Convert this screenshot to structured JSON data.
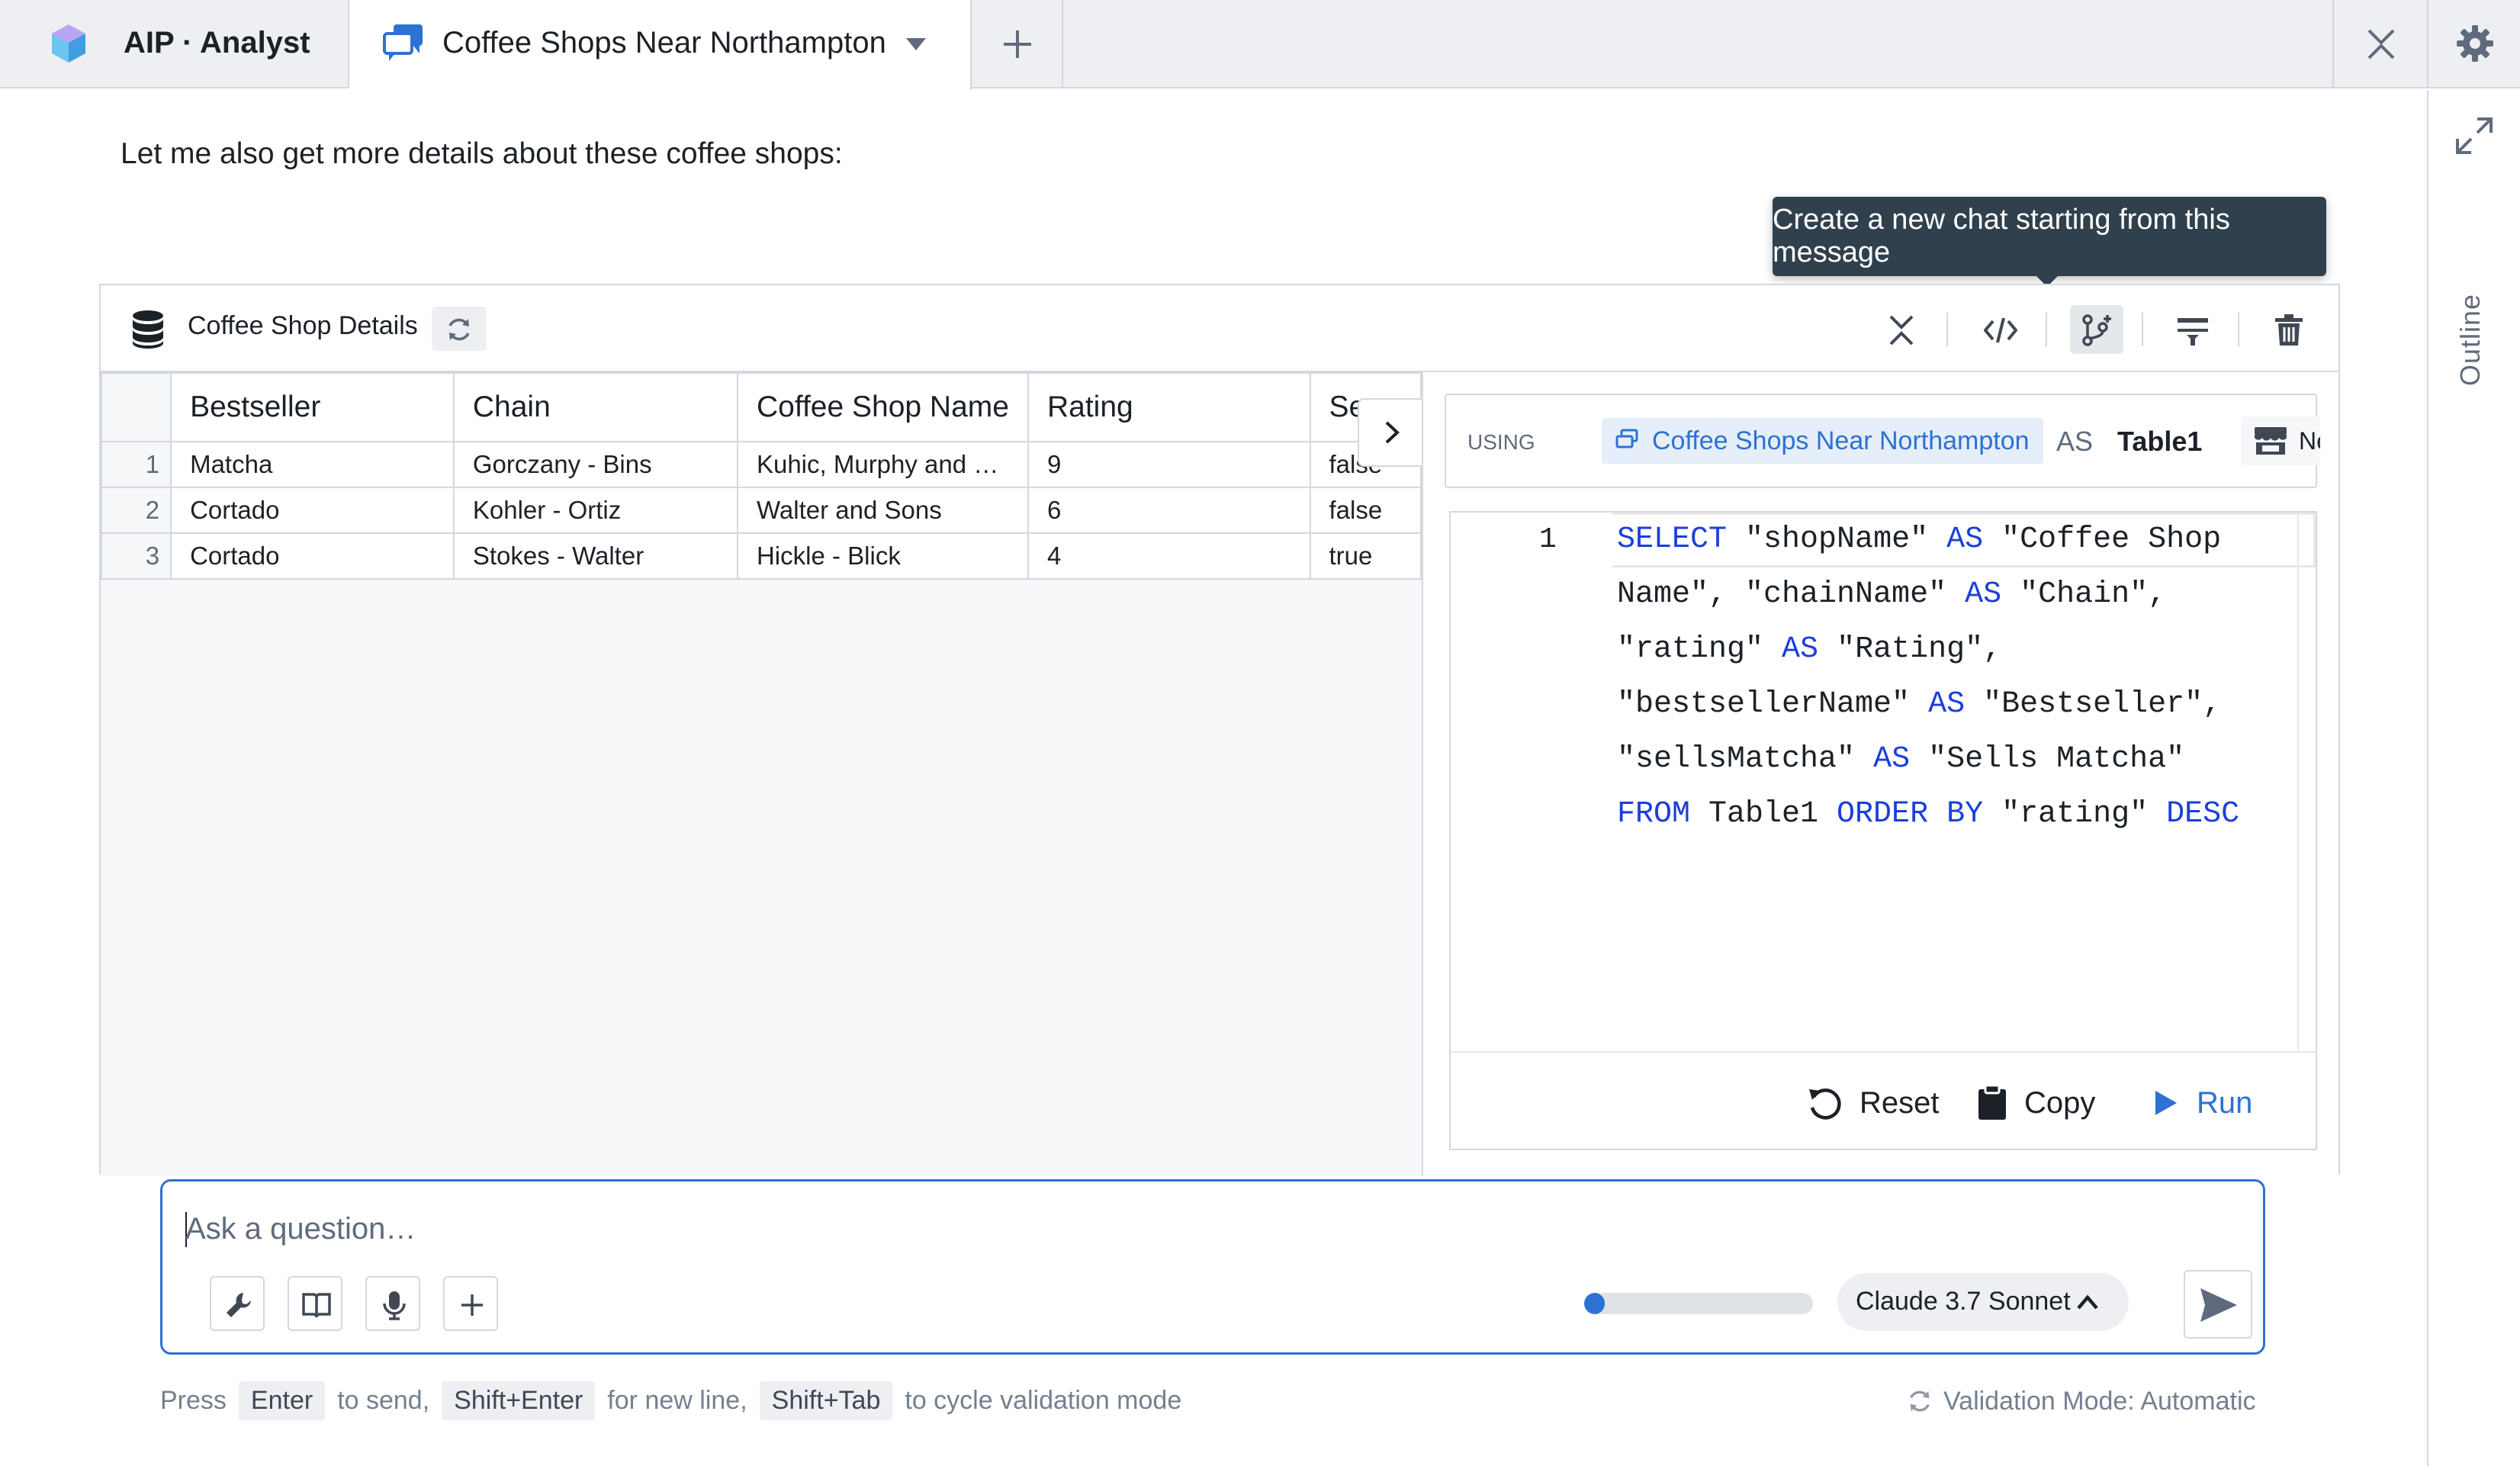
{
  "topbar": {
    "app_title": "AIP · Analyst",
    "chat_tab_title": "Coffee Shops Near Northampton"
  },
  "rail": {
    "outline_label": "Outline"
  },
  "message": "Let me also get more details about these coffee shops:",
  "tooltip": "Create a new chat starting from this message",
  "card": {
    "title": "Coffee Shop Details",
    "table": {
      "columns": [
        "Bestseller",
        "Chain",
        "Coffee Shop Name",
        "Rating",
        "Se"
      ],
      "rows": [
        {
          "n": "1",
          "cells": [
            "Matcha",
            "Gorczany - Bins",
            "Kuhic, Murphy and …",
            "9",
            "false"
          ]
        },
        {
          "n": "2",
          "cells": [
            "Cortado",
            "Kohler - Ortiz",
            "Walter and Sons",
            "6",
            "false"
          ]
        },
        {
          "n": "3",
          "cells": [
            "Cortado",
            "Stokes - Walter",
            "Hickle - Blick",
            "4",
            "true"
          ]
        }
      ]
    },
    "using": {
      "label": "USING",
      "source": "Coffee Shops Near Northampton",
      "as": "AS",
      "alias": "Table1",
      "store_label": "Ne"
    },
    "editor": {
      "line_number": "1"
    },
    "footer": {
      "reset": "Reset",
      "copy": "Copy",
      "run": "Run"
    }
  },
  "input": {
    "placeholder": "Ask a question…",
    "progress_fraction": 0.09,
    "model": "Claude 3.7 Sonnet"
  },
  "hint": {
    "press": "Press",
    "enter": "Enter",
    "to_send": "to send,",
    "shift_enter": "Shift+Enter",
    "new_line": "for new line,",
    "shift_tab": "Shift+Tab",
    "cycle": "to cycle validation mode",
    "validation": "Validation Mode: Automatic"
  },
  "colors": {
    "accent": "#2d72d2",
    "keyword": "#1a3fd9",
    "tooltip_bg": "#30404d"
  }
}
